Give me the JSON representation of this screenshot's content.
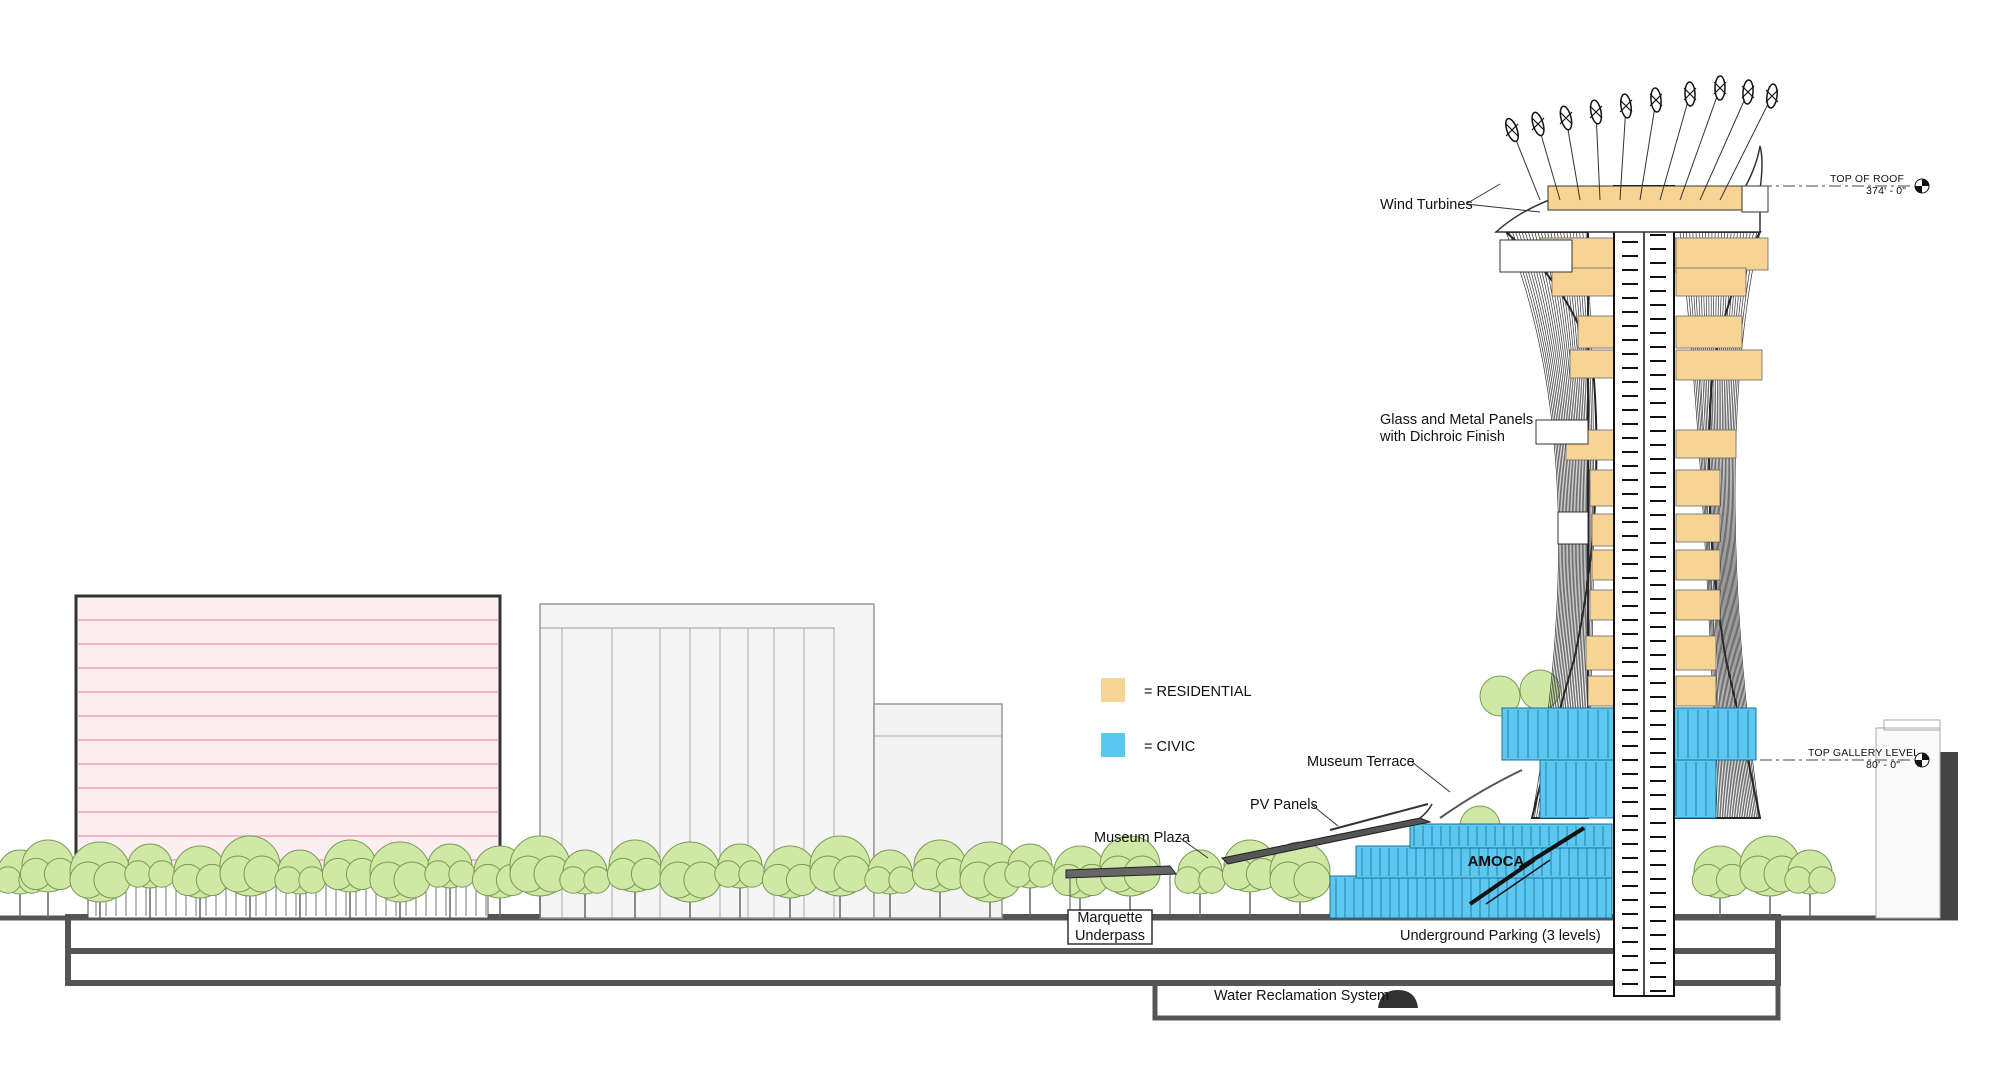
{
  "annotations": {
    "wind_turbines": "Wind Turbines",
    "glass_panels_line1": "Glass and Metal Panels",
    "glass_panels_line2": "with Dichroic Finish",
    "museum_terrace": "Museum Terrace",
    "pv_panels": "PV Panels",
    "museum_plaza": "Museum Plaza",
    "amoca": "AMOCA",
    "marquette_line1": "Marquette",
    "marquette_line2": "Underpass",
    "underground_parking": "Underground Parking (3 levels)",
    "water_reclamation": "Water Reclamation System"
  },
  "levels": {
    "top_of_roof_label": "TOP OF ROOF",
    "top_of_roof_value": "374' - 0\"",
    "top_gallery_label": "TOP GALLERY LEVEL",
    "top_gallery_value": "80' - 0\""
  },
  "legend": {
    "residential": "= RESIDENTIAL",
    "civic": "= CIVIC"
  },
  "colors": {
    "residential": "#f8d494",
    "civic": "#5cc8f0",
    "tree": "#cfe8a6",
    "ground": "#555555",
    "pink_building": "#fdeef2"
  }
}
